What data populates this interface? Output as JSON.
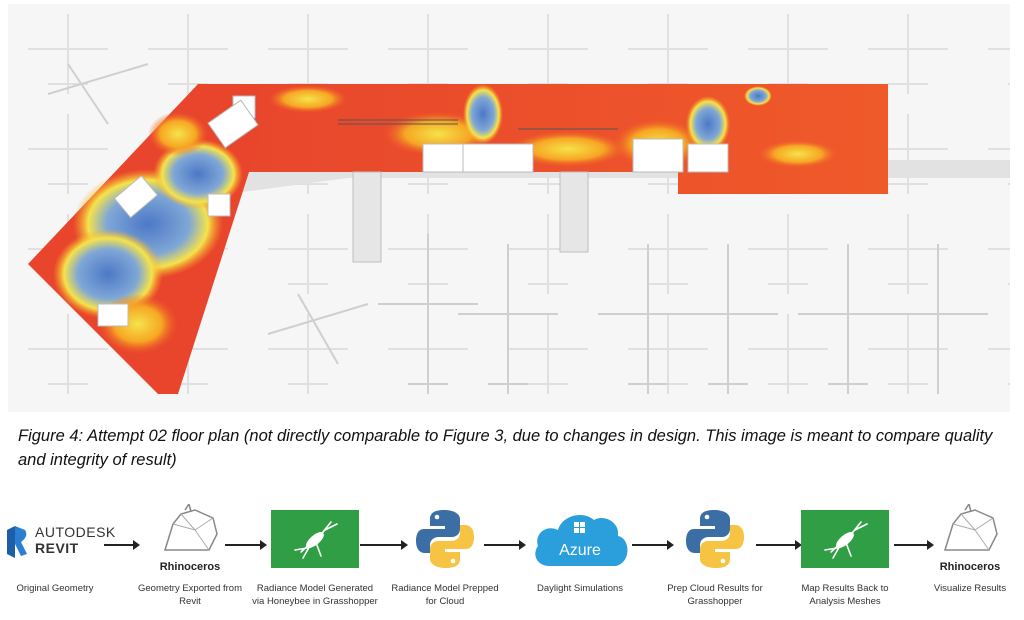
{
  "figure": {
    "caption": "Figure 4: Attempt 02 floor plan (not directly comparable to Figure 3, due to changes in design. This image is meant to compare quality and integrity of result)"
  },
  "workflow": {
    "steps": [
      {
        "label": "Original Geometry",
        "logo_line1": "AUTODESK",
        "logo_line2": "REVIT",
        "icon": "revit-logo"
      },
      {
        "label": "Geometry Exported from Revit",
        "logo_text": "Rhinoceros",
        "icon": "rhino-logo"
      },
      {
        "label": "Radiance Model Generated via Honeybee in Grasshopper",
        "icon": "grasshopper-icon"
      },
      {
        "label": "Radiance Model Prepped for Cloud",
        "icon": "python-icon"
      },
      {
        "label": "Daylight Simulations",
        "logo_text": "Azure",
        "icon": "azure-cloud-icon"
      },
      {
        "label": "Prep Cloud Results for Grasshopper",
        "icon": "python-icon"
      },
      {
        "label": "Map Results Back to Analysis Meshes",
        "icon": "grasshopper-icon"
      },
      {
        "label": "Visualize Results",
        "logo_text": "Rhinoceros",
        "icon": "rhino-logo"
      }
    ]
  },
  "colors": {
    "heat_high": "#e8452c",
    "heat_mid": "#f6a623",
    "heat_low": "#f5e34a",
    "heat_cool": "#5a7fc4",
    "grasshopper_green": "#2f9e44",
    "python_blue": "#3a6ea5",
    "python_yellow": "#f6c343",
    "azure_blue": "#2a9fdc",
    "revit_blue": "#1c5fa8"
  }
}
